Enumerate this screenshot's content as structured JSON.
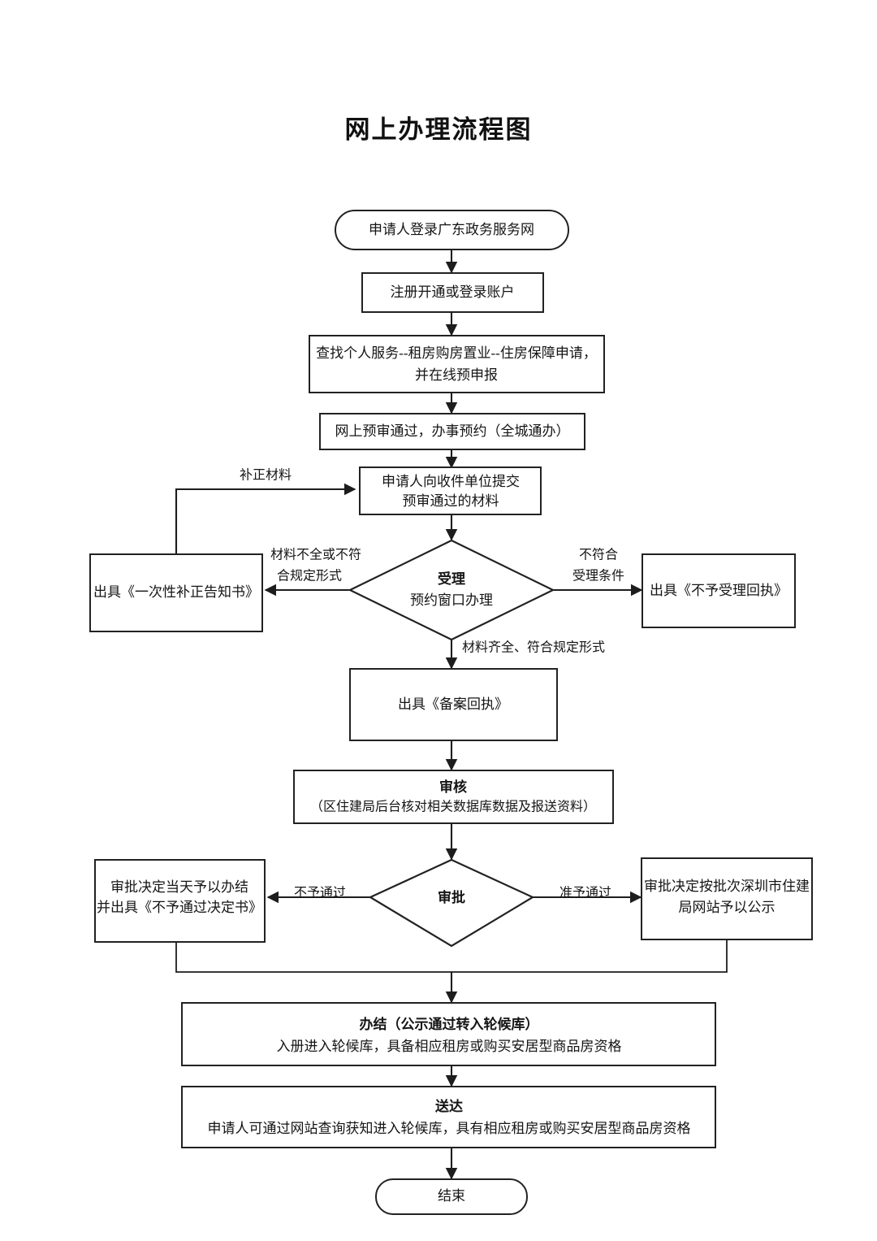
{
  "document": {
    "title": "网上办理流程图",
    "type": "flowchart",
    "orientation": "top-to-bottom"
  },
  "nodes": [
    {
      "id": "start",
      "shape": "terminator",
      "lines": [
        "申请人登录广东政务服务网"
      ],
      "bold": [
        false
      ]
    },
    {
      "id": "register",
      "shape": "process",
      "lines": [
        "注册开通或登录账户"
      ],
      "bold": [
        false
      ]
    },
    {
      "id": "find-service",
      "shape": "process",
      "lines": [
        "查找个人服务--租房购房置业--住房保障申请，",
        "并在线预申报"
      ],
      "bold": [
        false,
        false
      ]
    },
    {
      "id": "pre-approval",
      "shape": "process",
      "lines": [
        "网上预审通过，办事预约（全城通办）"
      ],
      "bold": [
        false
      ]
    },
    {
      "id": "submit-materials",
      "shape": "process",
      "lines": [
        "申请人向收件单位提交",
        "预审通过的材料"
      ],
      "bold": [
        false,
        false
      ]
    },
    {
      "id": "acceptance-decision",
      "shape": "decision",
      "lines": [
        "受理",
        "预约窗口办理"
      ],
      "bold": [
        true,
        false
      ]
    },
    {
      "id": "correction-notice",
      "shape": "process",
      "lines": [
        "出具《一次性补正告知书》"
      ],
      "bold": [
        false
      ]
    },
    {
      "id": "rejection-receipt",
      "shape": "process",
      "lines": [
        "出具《不予受理回执》"
      ],
      "bold": [
        false
      ]
    },
    {
      "id": "filing-receipt",
      "shape": "process",
      "lines": [
        "出具《备案回执》"
      ],
      "bold": [
        false
      ]
    },
    {
      "id": "review",
      "shape": "process",
      "lines": [
        "审核",
        "（区住建局后台核对相关数据库数据及报送资料）"
      ],
      "bold": [
        true,
        false
      ]
    },
    {
      "id": "approval-decision",
      "shape": "decision",
      "lines": [
        "审批"
      ],
      "bold": [
        true
      ]
    },
    {
      "id": "not-approved",
      "shape": "process",
      "lines": [
        "审批决定当天予以办结",
        "并出具《不予通过决定书》"
      ],
      "bold": [
        false,
        false
      ]
    },
    {
      "id": "approved-publicity",
      "shape": "process",
      "lines": [
        "审批决定按批次深圳市住建",
        "局网站予以公示"
      ],
      "bold": [
        false,
        false
      ]
    },
    {
      "id": "completed",
      "shape": "process",
      "lines": [
        "办结（公示通过转入轮候库）",
        "入册进入轮候库，具备相应租房或购买安居型商品房资格"
      ],
      "bold": [
        true,
        false
      ]
    },
    {
      "id": "delivery",
      "shape": "process",
      "lines": [
        "送达",
        "申请人可通过网站查询获知进入轮候库，具有相应租房或购买安居型商品房资格"
      ],
      "bold": [
        true,
        false
      ]
    },
    {
      "id": "end",
      "shape": "terminator",
      "lines": [
        "结束"
      ],
      "bold": [
        false
      ]
    }
  ],
  "edge_labels": {
    "resubmit": "补正材料",
    "incomplete_line1": "材料不全或不符",
    "incomplete_line2": "合规定形式",
    "not_eligible_line1": "不符合",
    "not_eligible_line2": "受理条件",
    "complete_materials": "材料齐全、符合规定形式",
    "not_passed": "不予通过",
    "passed": "准予通过"
  },
  "colors": {
    "background": "#ffffff",
    "stroke": "#222222",
    "text": "#151515"
  }
}
